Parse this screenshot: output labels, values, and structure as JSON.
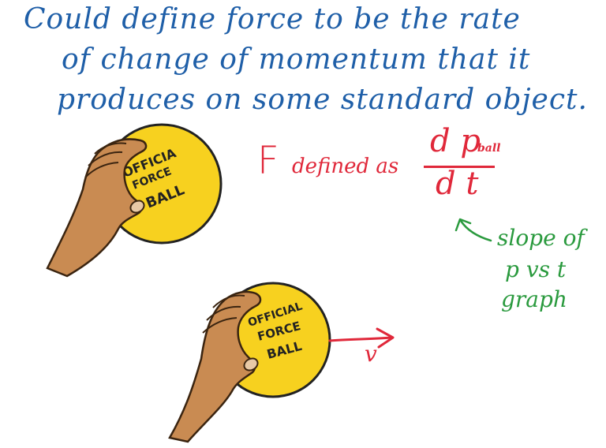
{
  "heading": {
    "line1": "Could define force to be the rate",
    "line2": "of change of momentum that it",
    "line3": "produces on some standard object."
  },
  "definition": {
    "symbol": "F",
    "connector": "defined as",
    "numerator": "d p",
    "subscript": "ball",
    "denominator": "d t"
  },
  "annotation": {
    "line1": "slope of",
    "line2": "p vs t",
    "line3": "graph"
  },
  "ball_top": {
    "line1": "OFFICIA",
    "line2": "FORCE",
    "line3": "BALL"
  },
  "ball_bottom": {
    "line1": "OFFICIAL",
    "line2": "FORCE",
    "line3": "BALL"
  },
  "velocity": {
    "label": "v"
  },
  "colors": {
    "heading": "#1f5fa8",
    "definition": "#e0283a",
    "annotation": "#2a9a3e",
    "ball": "#f7d11f",
    "hand": "#c98b52"
  }
}
